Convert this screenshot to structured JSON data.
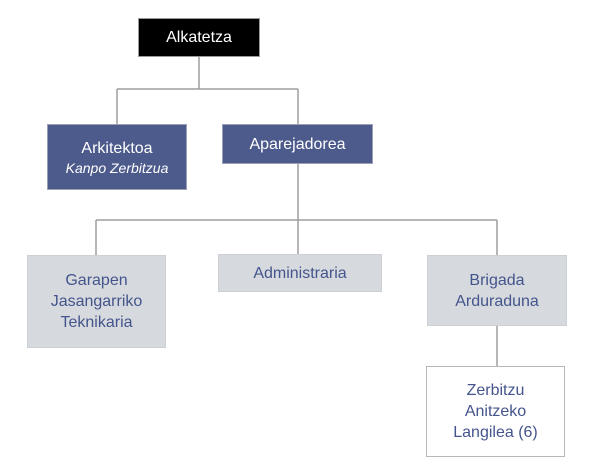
{
  "diagram": {
    "type": "org-chart",
    "language": "Basque"
  },
  "palette": {
    "background": "#ffffff",
    "node_black": "#000000",
    "node_slate": "#4d5b8c",
    "node_gray": "#d6dade",
    "node_white": "#ffffff",
    "text_light": "#ffffff",
    "text_blue": "#44548c",
    "line": "#9d9d9d",
    "border_black_box": "#9a9a9a",
    "border_slate_box": "#9aa1b5",
    "border_gray_box": "#cdd1d6",
    "border_white_box": "#b4b7bc"
  },
  "nodes": {
    "alkatetza": {
      "label": "Alkatetza"
    },
    "arkitektoa": {
      "label": "Arkitektoa",
      "sublabel": "Kanpo Zerbitzua"
    },
    "aparejadorea": {
      "label": "Aparejadorea"
    },
    "garapen": {
      "label": "Garapen Jasangarriko Teknikaria"
    },
    "administraria": {
      "label": "Administraria"
    },
    "brigada": {
      "label": "Brigada Arduraduna"
    },
    "zerbitzu": {
      "label": "Zerbitzu Anitzeko Langilea (6)"
    }
  },
  "hierarchy": {
    "Alkatetza": [
      "Arkitektoa (Kanpo Zerbitzua)",
      "Aparejadorea"
    ],
    "Aparejadorea": [
      "Garapen Jasangarriko Teknikaria",
      "Administraria",
      "Brigada Arduraduna"
    ],
    "Brigada Arduraduna": [
      "Zerbitzu Anitzeko Langilea (6)"
    ]
  }
}
